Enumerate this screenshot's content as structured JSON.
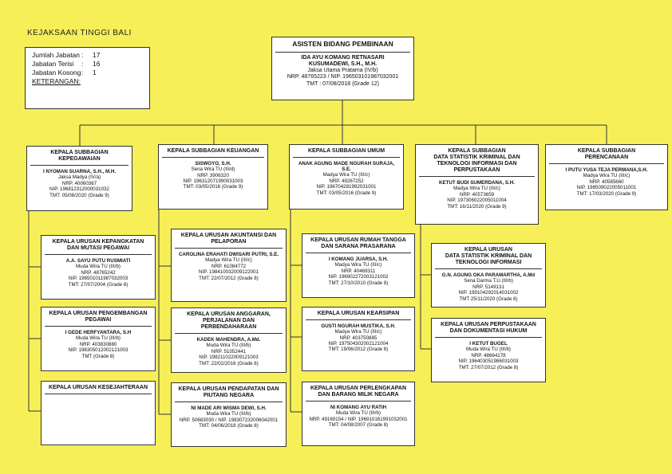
{
  "org_title": "KEJAKSAAN TINGGI BALI",
  "summary": {
    "rows": [
      {
        "label": "Jumlah Jabatan",
        "sep": ":",
        "value": "17"
      },
      {
        "label": "Jabatan Terisi",
        "sep": ":",
        "value": "16"
      },
      {
        "label": "Jabatan Kosong",
        "sep": ":",
        "value": "1"
      }
    ],
    "keterangan": "KETERANGAN:"
  },
  "top": {
    "title": "ASISTEN BIDANG PEMBINAAN",
    "name1": "IDA AYU KOMANG RETNASARI",
    "name2": "KUSUMADEWI, S.H., M.H.",
    "rank": "Jaksa Utama Pratama (IV/b)",
    "nrp": "NRP. 48765223 / NIP. 196503101987032001",
    "tmt": "TMT : 07/08/2018   (Grade 12)"
  },
  "subbagian": [
    {
      "title": [
        "KEPALA SUBBAGIAN",
        "KEPEGAWAIAN"
      ],
      "name": [
        "I NYOMAN SUARNA, S.H., M.H."
      ],
      "rank": "Jaksa Madya (IV/a)",
      "nrp": "NRP. 40060367",
      "nip": "NIP. 196812312000031032",
      "tmt": "TMT: 05/08/2020   (Grade 9)"
    },
    {
      "title": [
        "KEPALA SUBBAGIAN KEUANGAN"
      ],
      "name": [
        "SISWOYO, S.H."
      ],
      "rank": "Sena Wira TU (III/d)",
      "nrp": "NRP. 3906320",
      "nip": "NIP. 196312071990031003",
      "tmt": "TMT: 03/05/2016   (Grade 9)"
    },
    {
      "title": [
        "KEPALA SUBBAGIAN UMUM"
      ],
      "name": [
        "ANAK AGUNG MADE NGURAH SURAJA,",
        "S.E."
      ],
      "rank": "Madya Wira TU (III/c)",
      "nrp": "NRP. 49267252",
      "nip": "NIP. 196704281992031001",
      "tmt": "TMT: 03/05/2016   (Grade 9)"
    },
    {
      "title": [
        "KEPALA SUBBAGIAN",
        "DATA STATISTIK KRIMINAL DAN",
        "TEKNOLOGI INFORMASI DAN",
        "PERPUSTAKAAN"
      ],
      "name": [
        "KETUT BUDI SUMERDANA, S.H."
      ],
      "rank": "Madya Wira TU (III/c)",
      "nrp": "NRP. 40573659",
      "nip": "NIP. 197306022005011004",
      "tmt": "TMT: 16/11/2020   (Grade 9)"
    },
    {
      "title": [
        "KEPALA SUBBAGIAN",
        "PERENCANAAN"
      ],
      "name": [
        "I PUTU YUSA TEJA PERMANA,S.H."
      ],
      "rank": "Madya Wira TU (III/c)",
      "nrp": "NRP. 40585660",
      "nip": "NIP. 198509022005011001",
      "tmt": "TMT: 17/03/2020   (Grade 9)"
    }
  ],
  "urusan": [
    {
      "title": [
        "KEPALA URUSAN KEPANGKATAN",
        "DAN MUTASI PEGAWAI"
      ],
      "name": [
        "A.A. SAYU PUTU RUSMIATI"
      ],
      "rank": "Muda Wira TU (III/b)",
      "nrp": "NRP. 48765242",
      "nip": "NIP. 196501011987032003",
      "tmt": "TMT: 27/07/2004   (Grade 8)"
    },
    {
      "title": [
        "KEPALA URUSAN PENGEMBANGAN",
        "PEGAWAI"
      ],
      "name": [
        "I GEDE HERFYANTARA, S.H"
      ],
      "rank": "Muda Wira TU (III/b)",
      "nrp": "NRP. 403830880",
      "nip": "NIP. 198305012002121003",
      "tmt": "TMT   (Grade 8)"
    },
    {
      "title": [
        "KEPALA URUSAN KESEJAHTERAAN"
      ],
      "name": [],
      "rank": "",
      "nrp": "",
      "nip": "",
      "tmt": ""
    },
    {
      "title": [
        "KEPALA URUSAN AKUNTANSI DAN",
        "PELAPORAN"
      ],
      "name": [
        "CAROLINA ERAHATI DWISARI PUTRI, S.E."
      ],
      "rank": "Madya Wira TU (III/c)",
      "nrp": "NRP. 61084772",
      "nip": "NIP. 198410032009122001",
      "tmt": "TMT: 22/07/2012   (Grade 8)"
    },
    {
      "title": [
        "KEPALA URUSAN ANGGARAN,",
        "PERJALANAN DAN PERBENDAHARAAN"
      ],
      "name": [
        "KADEK MAHENDRA, A.Md."
      ],
      "rank": "Muda Wira TU (III/b)",
      "nrp": "NRP. 51052441",
      "nip": "NIP. 198211022009121003",
      "tmt": "TMT: 22/02/2016   (Grade 8)"
    },
    {
      "title": [
        "KEPALA URUSAN PENDAPATAN DAN",
        "PIUTANG NEGARA"
      ],
      "name": [
        "NI MADE ARI WISMA DEWI, S.H."
      ],
      "rank": "Muda Wira TU (III/b)",
      "nrp": "NRP. 50683030 / NIP. 198307232006042001",
      "nip": "",
      "tmt": "TMT: 04/06/2018   (Grade 8)"
    },
    {
      "title": [
        "KEPALA URUSAN RUMAH TANGGA",
        "DAN SARANA PRASARANA"
      ],
      "name": [
        "I KOMANG JUARSA, S.H."
      ],
      "rank": "Madya Wira TU (III/c)",
      "nrp": "NRP. 40469311",
      "nip": "NIP. 196902272003121002",
      "tmt": "TMT: 27/10/2010   (Grade 8)"
    },
    {
      "title": [
        "KEPALA URUSAN KEARSIPAN"
      ],
      "name": [
        "GUSTI NGURAH MUSTIKA, S.H."
      ],
      "rank": "Madya Wira TU (III/c)",
      "nrp": "NRP. 403750885",
      "nip": "NIP. 197504302002121004",
      "tmt": "TMT: 19/06/2012   (Grade 8)"
    },
    {
      "title": [
        "KEPALA URUSAN PERLENGKAPAN",
        "DAN BARANG MILIK NEGARA"
      ],
      "name": [
        "NI KOMANG AYU RATIH"
      ],
      "rank": "Muda Wira TU (III/b)",
      "nrp": "NRP. 49169154 / NIP. 196910161991032001",
      "nip": "",
      "tmt": "TMT: 04/08/2007   (Grade 8)"
    },
    {
      "title": [
        "KEPALA URUSAN",
        "DATA STATISTIK KRIMINAL DAN",
        "TEKNOLOGI INFORMASI"
      ],
      "name": [
        "G.N. AGUNG OKA PARAMARTHA, A.Md"
      ],
      "rank": "Sena Darma T.U.(III/b)",
      "nrp": "NRP. 5149131",
      "nip": "NIP. 199104292014031002",
      "tmt": "TMT 25/11/2020   (Grade 8)"
    },
    {
      "title": [
        "KEPALA URUSAN PERPUSTAKAAN",
        "DAN DOKUMENTASI HUKUM"
      ],
      "name": [
        "I KETUT BUGEL"
      ],
      "rank": "Muda Wira TU (III/b)",
      "nrp": "NRP. 48664178",
      "nip": "NIP. 196403051986031003",
      "tmt": "TMT: 27/07/2012   (Grade 8)"
    }
  ]
}
